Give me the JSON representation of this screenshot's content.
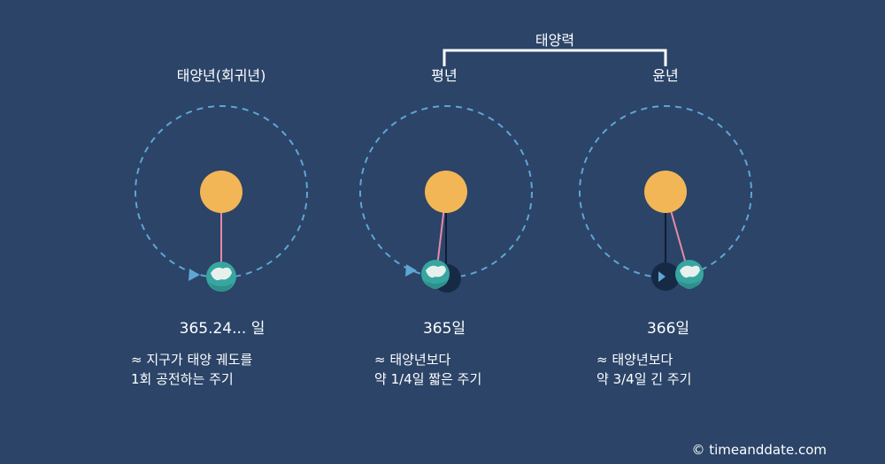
{
  "header": {
    "calendar_year_group": "태양력"
  },
  "panels": [
    {
      "title": "태양년(회귀년)",
      "period": "365.24... 일",
      "description": "≈ 지구가 태양 궤도를\n1회 공전하는 주기"
    },
    {
      "title": "평년",
      "period": "365일",
      "description": "≈ 태양년보다\n약 1/4일 짧은 주기"
    },
    {
      "title": "윤년",
      "period": "366일",
      "description": "≈ 태양년보다\n약 3/4일 긴 주기"
    }
  ],
  "credit": "© timeanddate.com",
  "colors": {
    "background": "#2b4468",
    "sun": "#f2b656",
    "orbit": "#5ea6d4",
    "earth_ocean": "#37a6a0",
    "earth_land": "#e8f0ee",
    "tether_earth": "#e48aa8",
    "tether_ghost": "#0f1d33",
    "ghost_earth": "#162a45",
    "bracket": "#ffffff"
  },
  "icons": [
    "sun-icon",
    "earth-icon",
    "orbit-arrow-icon"
  ]
}
